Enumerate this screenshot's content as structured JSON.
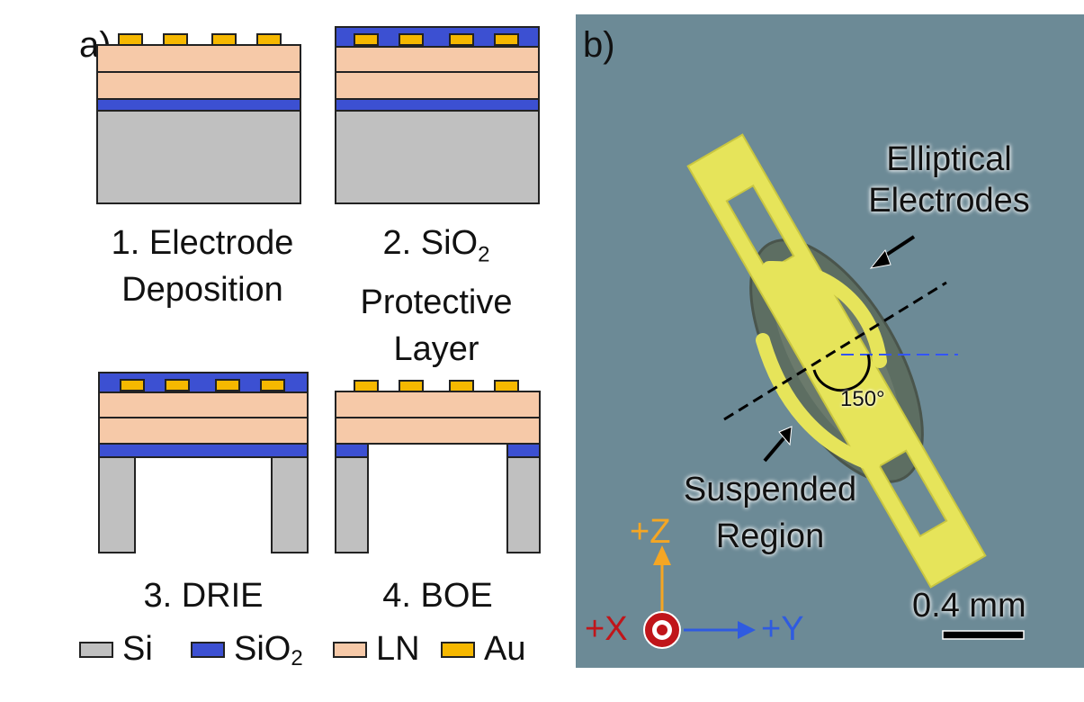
{
  "panel_a": {
    "label": "a)",
    "steps": [
      {
        "line1": "1. Electrode",
        "line2": "Deposition"
      },
      {
        "line1": "2. SiO",
        "sub": "2",
        "line2": "Protective",
        "line3": "Layer"
      },
      {
        "line1": "3. DRIE"
      },
      {
        "line1": "4. BOE"
      }
    ],
    "legend": [
      {
        "label": "Si",
        "color": "#c0c0c0"
      },
      {
        "label": "SiO",
        "sub": "2",
        "color": "#3c50d2"
      },
      {
        "label": "LN",
        "color": "#f6c9a8"
      },
      {
        "label": "Au",
        "color": "#f6b800"
      }
    ]
  },
  "panel_b": {
    "label": "b)",
    "annotations": {
      "electrodes_line1": "Elliptical",
      "electrodes_line2": "Electrodes",
      "suspended_line1": "Suspended",
      "suspended_line2": "Region",
      "angle": "150°",
      "scale": "0.4 mm"
    },
    "axes": {
      "z": "+Z",
      "x": "+X",
      "y": "+Y"
    },
    "colors": {
      "background": "#6c8a96",
      "electrode": "#e6e45a",
      "z": "#f5a623",
      "x": "#c0151a",
      "y": "#2f5be0"
    }
  }
}
